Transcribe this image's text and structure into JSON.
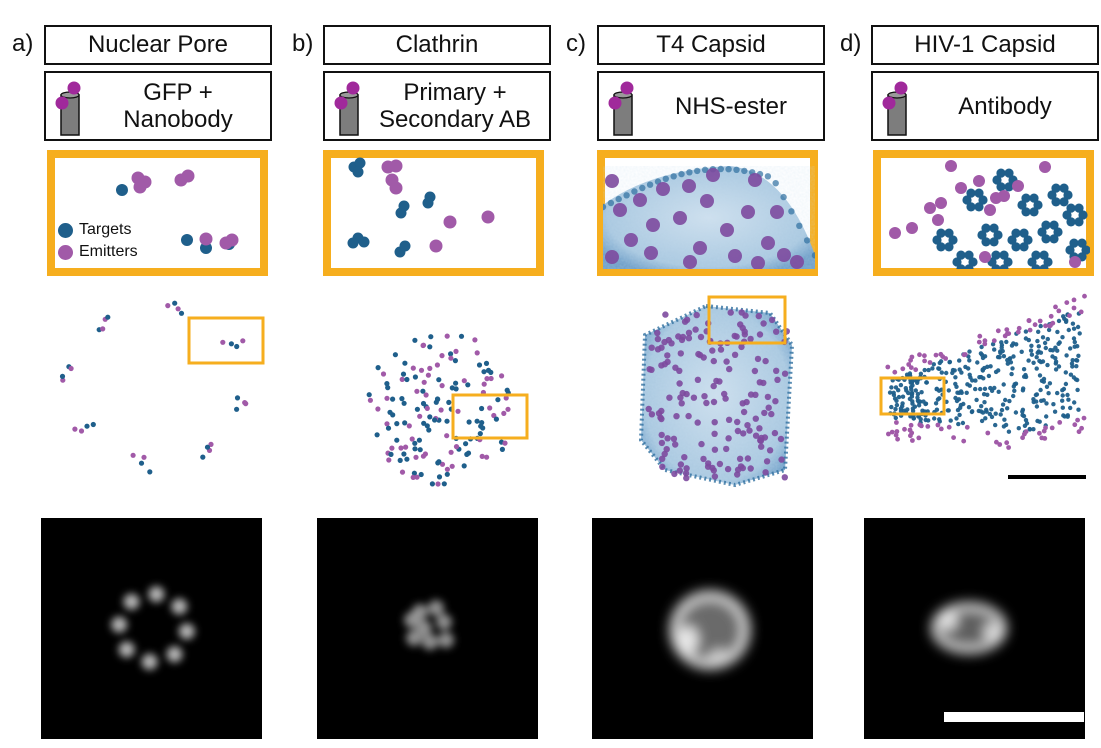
{
  "colors": {
    "target": "#1f5f8b",
    "emitter": "#a15aa8",
    "highlight": "#f6ae1e",
    "frame": "#111111",
    "micro_bg": "#000000"
  },
  "legend": {
    "targets": "Targets",
    "emitters": "Emitters"
  },
  "panels": [
    {
      "letter": "a)",
      "title": "Nuclear Pore",
      "label_line1": "GFP +",
      "label_line2": "Nanobody",
      "icon": "dye-cylinder-icon"
    },
    {
      "letter": "b)",
      "title": "Clathrin",
      "label_line1": "Primary +",
      "label_line2": "Secondary AB",
      "icon": "dye-cylinder-icon"
    },
    {
      "letter": "c)",
      "title": "T4 Capsid",
      "label_line1": "NHS-ester",
      "label_line2": "",
      "icon": "dye-cylinder-icon"
    },
    {
      "letter": "d)",
      "title": "HIV-1 Capsid",
      "label_line1": "Antibody",
      "label_line2": "",
      "icon": "dye-cylinder-icon"
    }
  ]
}
